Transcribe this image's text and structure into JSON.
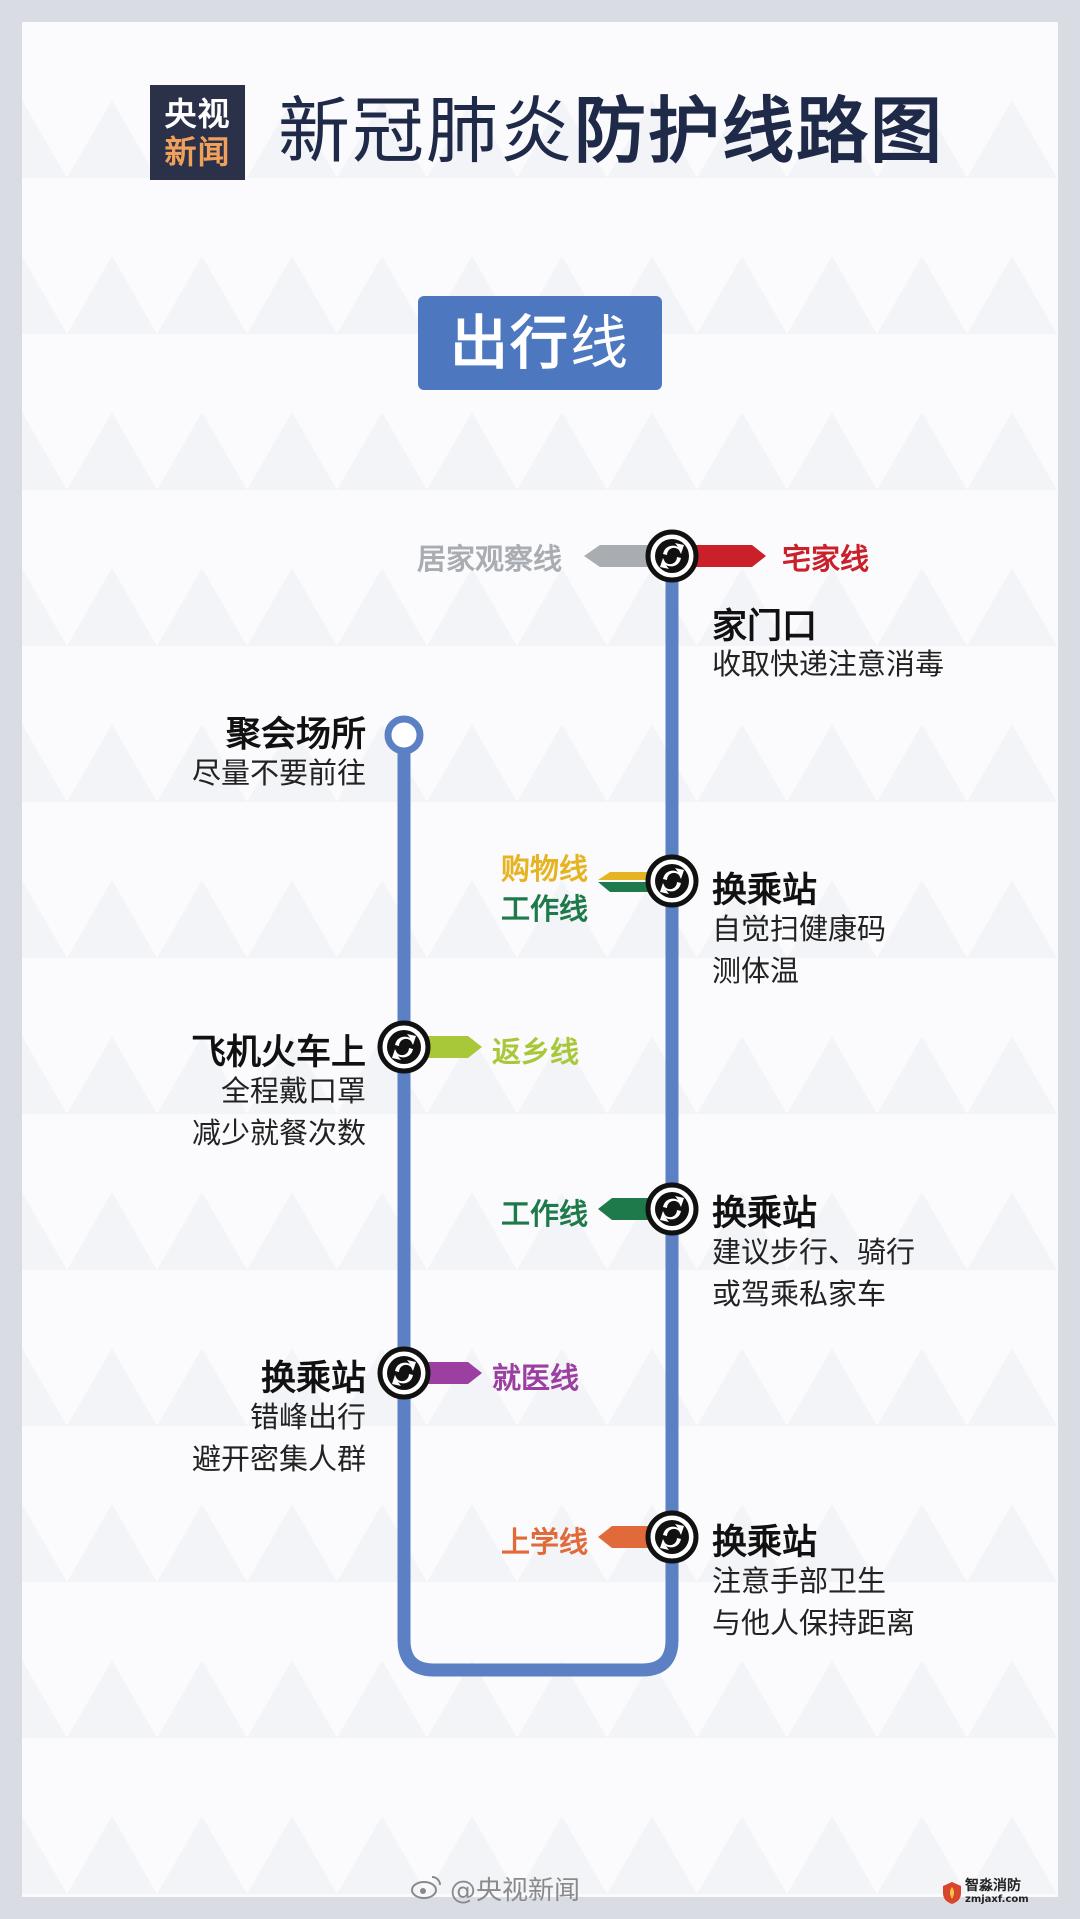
{
  "header": {
    "logo_line1": "央视",
    "logo_line2": "新闻",
    "title_regular": "新冠肺炎",
    "title_bold": "防护线路图"
  },
  "section": {
    "title_bold": "出行",
    "title_light": "线"
  },
  "lines": {
    "home_observe": {
      "label": "居家观察线",
      "color": "#a9acb1"
    },
    "home": {
      "label": "宅家线",
      "color": "#c9202a"
    },
    "shopping": {
      "label": "购物线",
      "color": "#e6b422"
    },
    "work": {
      "label": "工作线",
      "color": "#1e7a4a"
    },
    "hometown": {
      "label": "返乡线",
      "color": "#a8c83a"
    },
    "medical": {
      "label": "就医线",
      "color": "#9b3fa0"
    },
    "school": {
      "label": "上学线",
      "color": "#e06a3a"
    },
    "route_color": "#5b80c3"
  },
  "stations": {
    "doorway": {
      "name": "家门口",
      "desc1": "收取快递注意消毒"
    },
    "gathering": {
      "name": "聚会场所",
      "desc1": "尽量不要前往"
    },
    "transfer1": {
      "name": "换乘站",
      "desc1": "自觉扫健康码",
      "desc2": "测体温"
    },
    "train": {
      "name": "飞机火车上",
      "desc1": "全程戴口罩",
      "desc2": "减少就餐次数"
    },
    "transfer2": {
      "name": "换乘站",
      "desc1": "建议步行、骑行",
      "desc2": "或驾乘私家车"
    },
    "transfer3": {
      "name": "换乘站",
      "desc1": "错峰出行",
      "desc2": "避开密集人群"
    },
    "transfer4": {
      "name": "换乘站",
      "desc1": "注意手部卫生",
      "desc2": "与他人保持距离"
    }
  },
  "footer": {
    "handle": "@央视新闻",
    "brand_name": "智淼消防",
    "brand_url": "zmjaxf.com"
  }
}
